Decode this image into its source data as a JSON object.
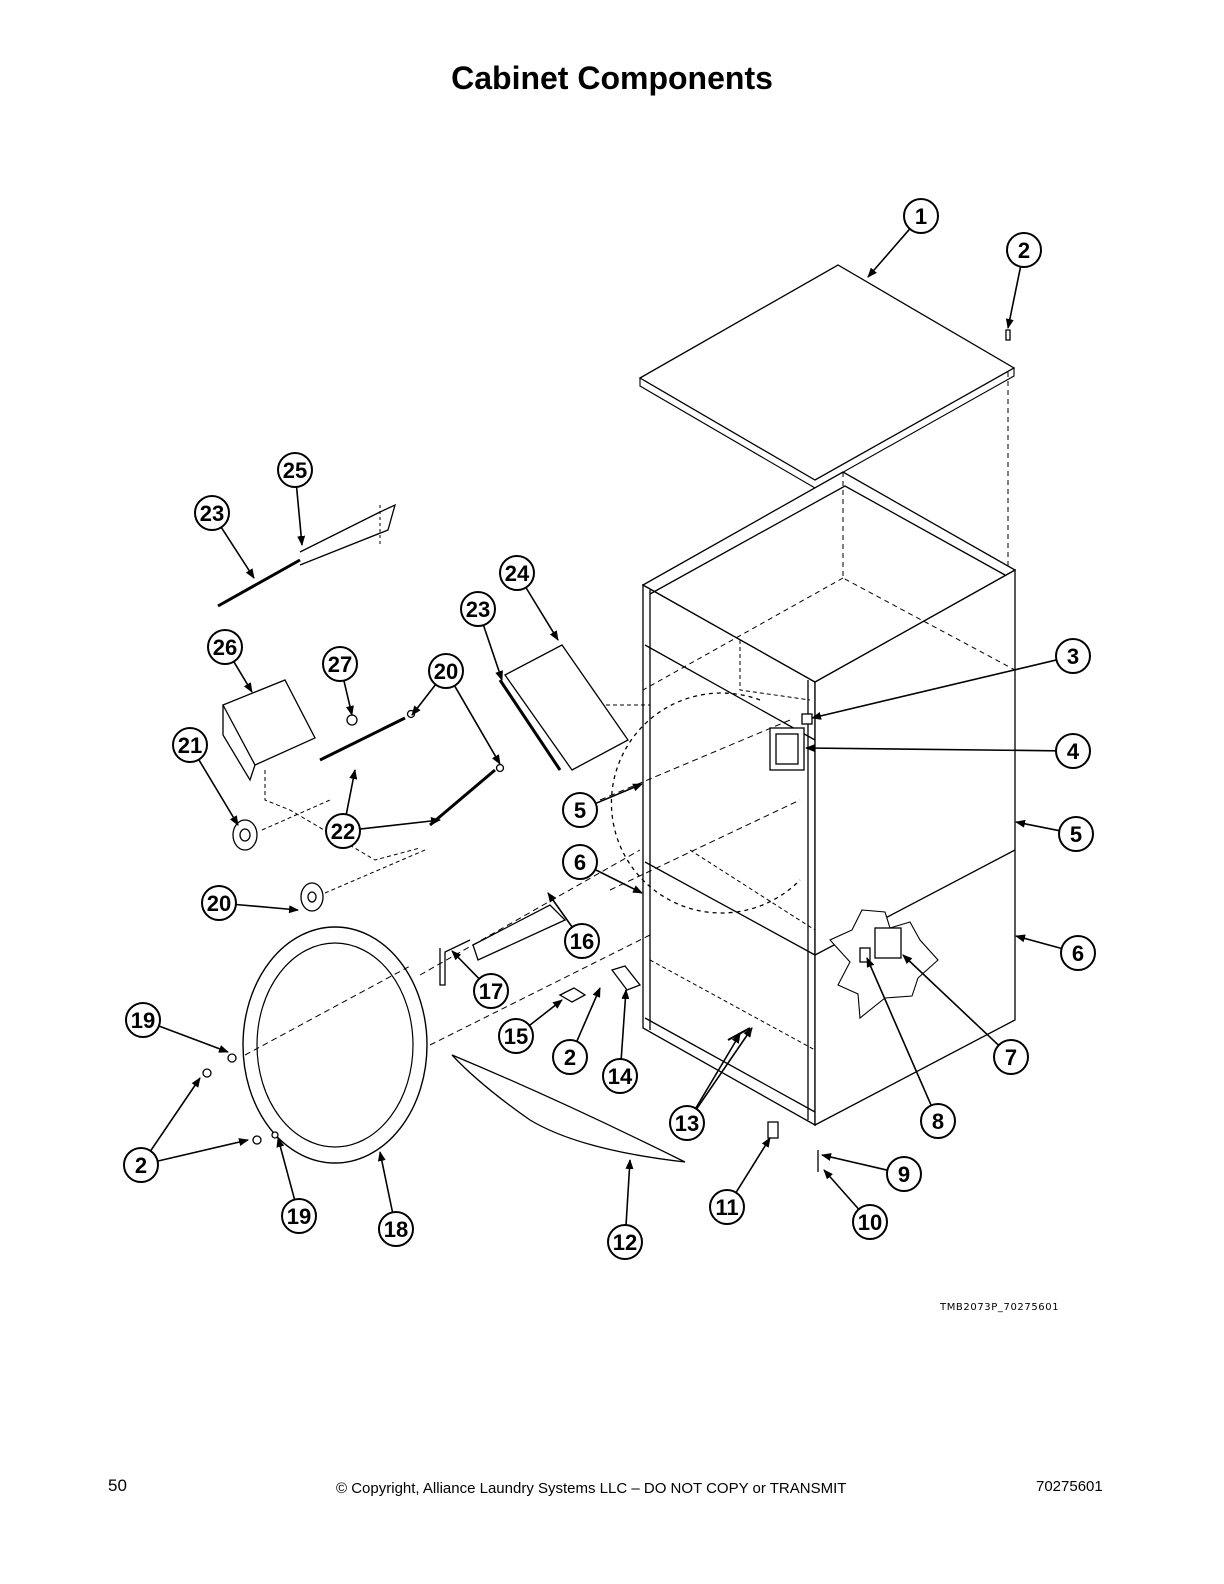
{
  "title": "Cabinet Components",
  "drawing_id": "TMB2073P_70275601",
  "footer": {
    "page_number": "50",
    "copyright": "© Copyright, Alliance Laundry Systems LLC – DO NOT COPY or TRANSMIT",
    "doc_number": "70275601"
  },
  "callouts": [
    {
      "id": "c1",
      "label": "1"
    },
    {
      "id": "c2a",
      "label": "2"
    },
    {
      "id": "c3",
      "label": "3"
    },
    {
      "id": "c4",
      "label": "4"
    },
    {
      "id": "c5a",
      "label": "5"
    },
    {
      "id": "c5b",
      "label": "5"
    },
    {
      "id": "c6a",
      "label": "6"
    },
    {
      "id": "c6b",
      "label": "6"
    },
    {
      "id": "c7",
      "label": "7"
    },
    {
      "id": "c8",
      "label": "8"
    },
    {
      "id": "c9",
      "label": "9"
    },
    {
      "id": "c10",
      "label": "10"
    },
    {
      "id": "c11",
      "label": "11"
    },
    {
      "id": "c12",
      "label": "12"
    },
    {
      "id": "c13",
      "label": "13"
    },
    {
      "id": "c14",
      "label": "14"
    },
    {
      "id": "c15",
      "label": "15"
    },
    {
      "id": "c2b",
      "label": "2"
    },
    {
      "id": "c16",
      "label": "16"
    },
    {
      "id": "c17",
      "label": "17"
    },
    {
      "id": "c18",
      "label": "18"
    },
    {
      "id": "c19a",
      "label": "19"
    },
    {
      "id": "c19b",
      "label": "19"
    },
    {
      "id": "c2c",
      "label": "2"
    },
    {
      "id": "c20a",
      "label": "20"
    },
    {
      "id": "c20b",
      "label": "20"
    },
    {
      "id": "c21",
      "label": "21"
    },
    {
      "id": "c22",
      "label": "22"
    },
    {
      "id": "c23a",
      "label": "23"
    },
    {
      "id": "c23b",
      "label": "23"
    },
    {
      "id": "c24",
      "label": "24"
    },
    {
      "id": "c25",
      "label": "25"
    },
    {
      "id": "c26",
      "label": "26"
    },
    {
      "id": "c27",
      "label": "27"
    }
  ]
}
